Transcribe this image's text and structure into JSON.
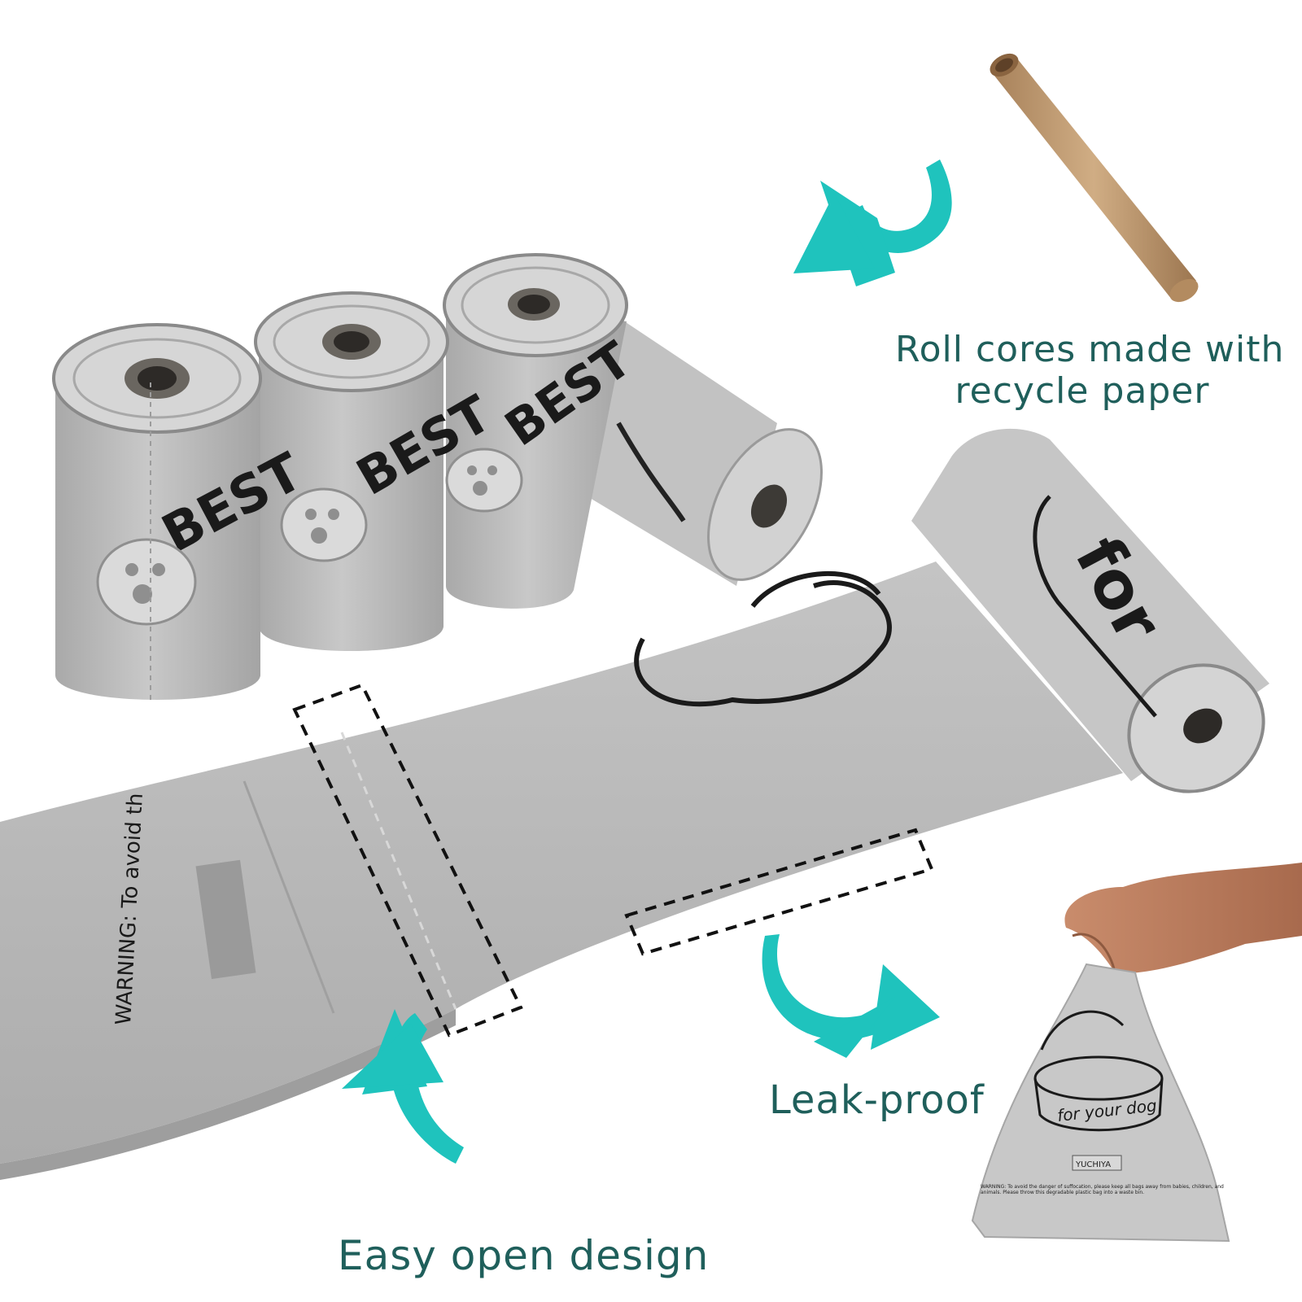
{
  "captions": {
    "roll_cores_line1": "Roll cores made with",
    "roll_cores_line2": "recycle paper",
    "leak_proof": "Leak-proof",
    "easy_open": "Easy open design"
  },
  "print_on_bags": {
    "roll_text": "BEST",
    "front_roll_text": "for",
    "warning_strip": "WARNING: To avoid th",
    "bag_slogan": "for your dog",
    "brand": "YUCHIYA",
    "bag_warning_small": "WARNING: To avoid the danger of suffocation, please keep all bags away from babies, children, and animals. Please throw this degradable plastic bag into a waste bin."
  },
  "colors": {
    "accent_teal": "#1fc3bd",
    "caption_text": "#1f5f5b",
    "bag_gray": "#b9b9b9",
    "core_kraft": "#c9a47a"
  }
}
